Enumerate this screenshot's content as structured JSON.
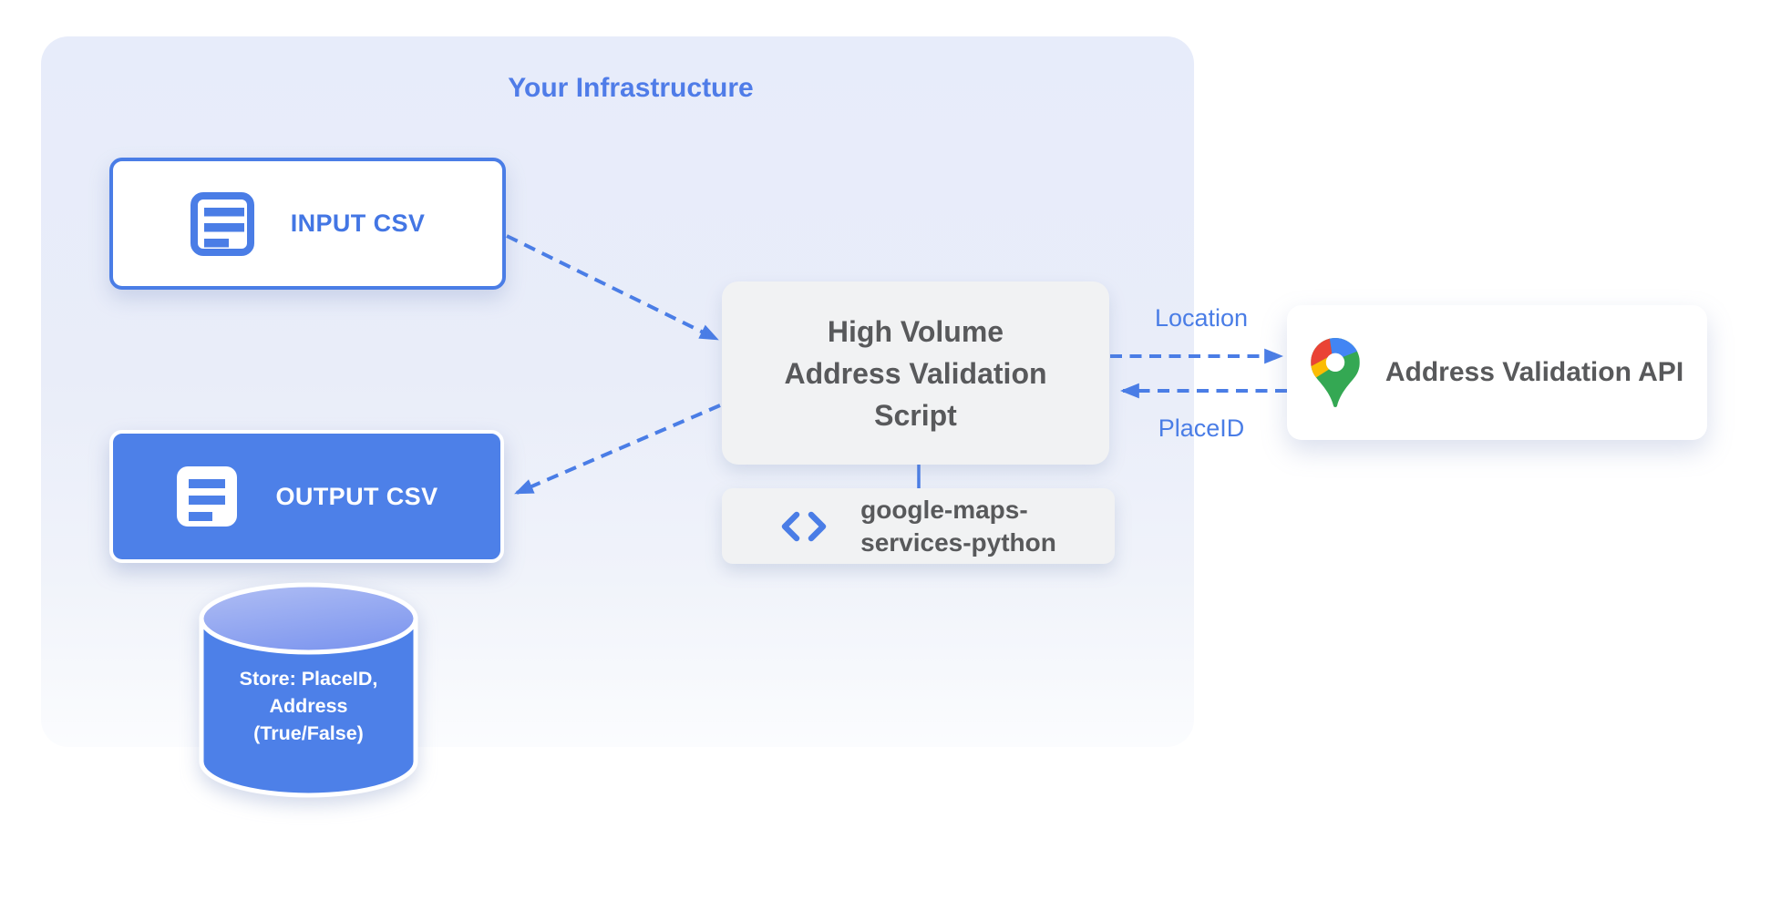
{
  "diagram": {
    "title": "Your Infrastructure",
    "nodes": {
      "input_csv": {
        "label": "INPUT CSV"
      },
      "output_csv": {
        "label": "OUTPUT CSV"
      },
      "script": {
        "label": "High Volume Address Validation Script",
        "lines": [
          "High Volume",
          "Address Validation",
          "Script"
        ]
      },
      "library": {
        "label": "google-maps-services-python",
        "lines": [
          "google-maps-",
          "services-python"
        ]
      },
      "api": {
        "label": "Address Validation API"
      },
      "datastore": {
        "label": "Store: PlaceID, Address (True/False)",
        "lines": [
          "Store: PlaceID,",
          "Address",
          "(True/False)"
        ]
      }
    },
    "edges": {
      "location": "Location",
      "placeid": "PlaceID"
    },
    "icons": {
      "input_csv": "document-icon",
      "output_csv": "document-icon",
      "library": "code-icon",
      "api": "google-maps-pin-icon",
      "datastore": "database-cylinder-icon"
    },
    "colors": {
      "primary_blue": "#4a7de6",
      "node_fill_blue": "#4d80e8",
      "container_bg": "#e8ecfa",
      "text_gray": "#58595b",
      "pin_red": "#ea4335",
      "pin_blue": "#4285f4",
      "pin_yellow": "#fbbc04",
      "pin_green": "#34a853"
    }
  }
}
